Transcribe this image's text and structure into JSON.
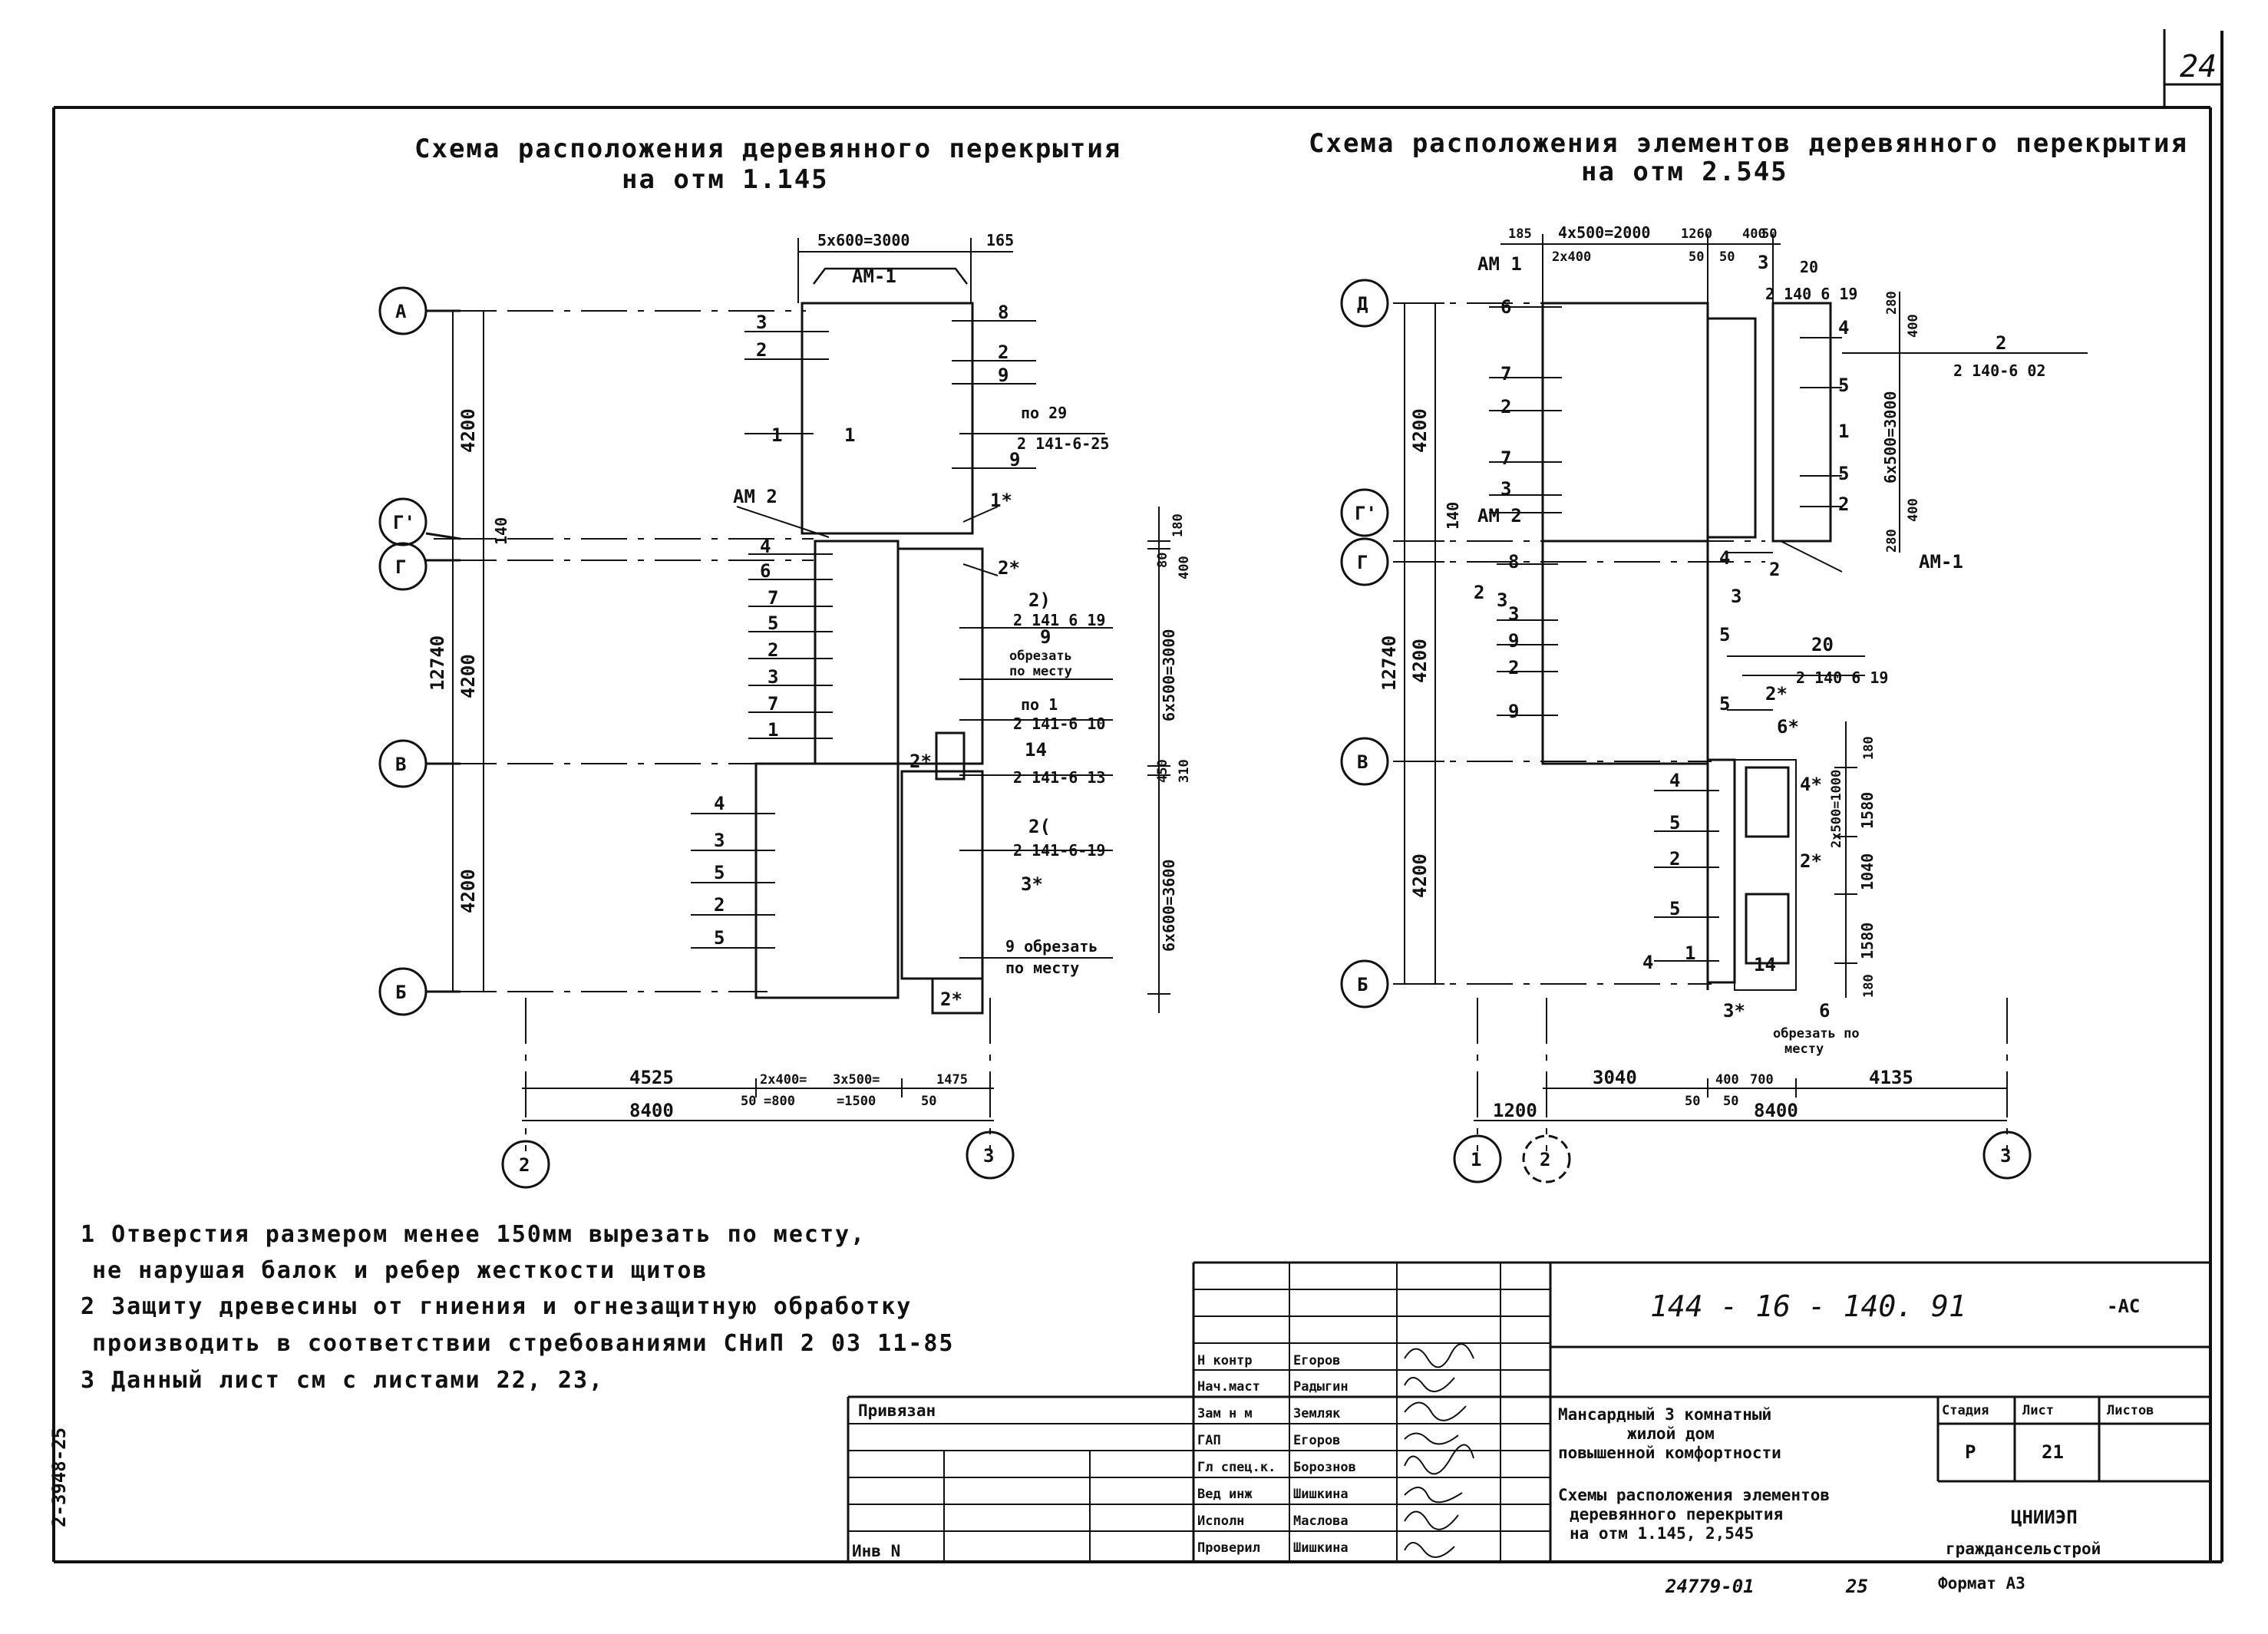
{
  "sheet_no": "24",
  "left_plan": {
    "title_line1": "Схема расположения деревянного перекрытия",
    "title_line2": "на отм 1.145",
    "axes": {
      "A": "А",
      "G1": "Г'",
      "G": "Г",
      "V": "В",
      "B": "Б",
      "a2": "2",
      "a3": "3"
    },
    "top_dims": {
      "span": "5x600=3000",
      "edge": "165",
      "am1": "АМ-1"
    },
    "left_dims": {
      "d1": "4200",
      "d2": "140",
      "d3": "4200",
      "d4": "4200",
      "total": "12740"
    },
    "am2": "АМ 2",
    "marks_upper_left": [
      "3",
      "2",
      "1",
      "1"
    ],
    "marks_upper_right": [
      "8",
      "2",
      "9",
      "по 29",
      "2 141-6-25",
      "9",
      "1*"
    ],
    "marks_mid_left": [
      "4",
      "6",
      "7",
      "5",
      "2",
      "3",
      "7",
      "1"
    ],
    "marks_mid_right": [
      "2*",
      "2)",
      "2 141 6 19",
      "9",
      "обрезать",
      "по месту",
      "по 1",
      "2 141-6 10",
      "14",
      "2 141-6 13",
      "2(",
      "2 141-6-19",
      "3*",
      "2*"
    ],
    "marks_low_left": [
      "4",
      "3",
      "5",
      "2",
      "5"
    ],
    "marks_low_right": [
      "9 обрезать",
      "по месту",
      "2*"
    ],
    "right_dims": {
      "r1": "180",
      "r2": "80",
      "r3": "400",
      "r4": "6x500=3000",
      "r5": "450",
      "r6": "310",
      "r7": "6x600=3600"
    },
    "bottom_dims": {
      "d1": "4525",
      "d2": "2x400=",
      "d3": "3x500=",
      "d4": "1475",
      "d5": "50",
      "d6": "=800",
      "d7": "=1500",
      "d8": "50",
      "total": "8400"
    }
  },
  "right_plan": {
    "title_line1": "Схема расположения элементов деревянного перекрытия",
    "title_line2": "на отм 2.545",
    "axes": {
      "D": "Д",
      "G1": "Г'",
      "G": "Г",
      "V": "В",
      "B": "Б",
      "a1": "1",
      "a2": "2",
      "a3": "3"
    },
    "top_dims": {
      "d1": "185",
      "d2": "4x500=2000",
      "d3": "1260",
      "d4": "400",
      "d5": "50",
      "d6": "2x400",
      "d7": "50",
      "d8": "50"
    },
    "am1": "АМ 1",
    "am1b": "АМ-1",
    "am2": "АМ 2",
    "marks_upper_left": [
      "6",
      "7",
      "2",
      "7",
      "3",
      "2"
    ],
    "marks_upper_right": [
      "3",
      "20",
      "2 140 6 19",
      "4",
      "5",
      "1",
      "5",
      "2",
      "2",
      "2 140-6 02",
      "4",
      "3",
      "2"
    ],
    "marks_mid_left": [
      "8",
      "3",
      "3",
      "9",
      "2",
      "9"
    ],
    "marks_mid_right": [
      "5",
      "20",
      "2 140 6 19",
      "5",
      "2*",
      "6*",
      "4*",
      "2*"
    ],
    "marks_low_left": [
      "4",
      "5",
      "2",
      "5",
      "4",
      "1"
    ],
    "marks_low_right": [
      "14",
      "3*",
      "6",
      "обрезать по",
      "месту"
    ],
    "left_dims": {
      "d1": "4200",
      "d2": "140",
      "d3": "4200",
      "d4": "4200",
      "total": "12740"
    },
    "right_dims": {
      "r1": "280",
      "r2": "400",
      "r3": "6x500=3000",
      "r4": "400",
      "r5": "280",
      "r6": "180",
      "r7": "1580",
      "r8": "2x500=1000",
      "r9": "1040",
      "r10": "1580",
      "r11": "180"
    },
    "bottom_dims": {
      "d1": "3040",
      "d2": "400",
      "d3": "700",
      "d4": "4135",
      "d5": "50",
      "d6": "50",
      "d7": "1200",
      "total": "8400"
    }
  },
  "notes": [
    "1 Отверстия размером менее 150мм вырезать по месту,",
    "не нарушая балок и ребер жесткости щитов",
    "2 Защиту древесины от гниения и огнезащитную обработку",
    "производить в соответствии стребованиями СНиП 2 03 11-85",
    "3 Данный лист см с листами 22, 23,"
  ],
  "side_stamp": "2-3948-25",
  "title_block": {
    "code": "144 - 16 - 140. 91",
    "suffix": "-АС",
    "privyazan": "Привязан",
    "inv": "Инв N",
    "roles": [
      "Н контр",
      "Нач.маст",
      "Зам н м",
      "ГАП",
      "Гл спец.к.",
      "Вед инж",
      "Исполн",
      "Проверил"
    ],
    "names": [
      "Егоров",
      "Радыгин",
      "Земляк",
      "Егоров",
      "Борознов",
      "Шишкина",
      "Маслова",
      "Шишкина"
    ],
    "project_line1": "Мансардный 3 комнатный",
    "project_line2": "жилой дом",
    "project_line3": "повышенной комфортности",
    "sheet_title1": "Схемы расположения элементов",
    "sheet_title2": "деревянного перекрытия",
    "sheet_title3": "на отм 1.145, 2,545",
    "stage_hdr": "Стадия",
    "list_hdr": "Лист",
    "listov_hdr": "Листов",
    "stage": "Р",
    "list": "21",
    "org1": "ЦНИИЭП",
    "org2": "граждансельстрой",
    "order": "24779-01",
    "page": "25",
    "format": "Формат А3"
  }
}
